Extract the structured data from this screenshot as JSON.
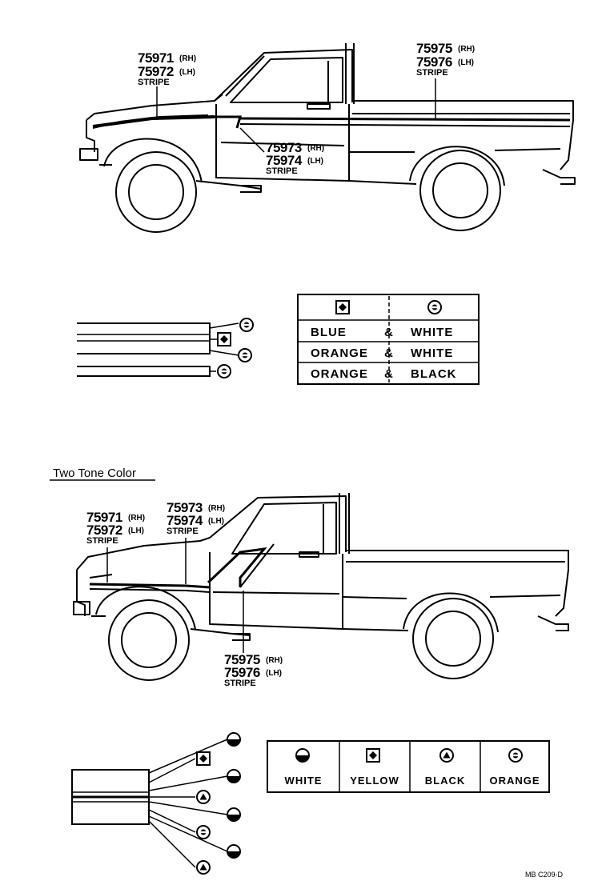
{
  "truck1": {
    "callout_a": {
      "part1": "75971",
      "side1": "(RH)",
      "part2": "75972",
      "side2": "(LH)",
      "desc": "STRIPE"
    },
    "callout_b": {
      "part1": "75975",
      "side1": "(RH)",
      "part2": "75976",
      "side2": "(LH)",
      "desc": "STRIPE"
    },
    "callout_c": {
      "part1": "75973",
      "side1": "(RH)",
      "part2": "75974",
      "side2": "(LH)",
      "desc": "STRIPE"
    }
  },
  "table1": {
    "header_icons": [
      "diamond-square-icon",
      "circle-dot-icon"
    ],
    "rows": [
      {
        "c1": "BLUE",
        "amp": "&",
        "c2": "WHITE"
      },
      {
        "c1": "ORANGE",
        "amp": "&",
        "c2": "WHITE"
      },
      {
        "c1": "ORANGE",
        "amp": "&",
        "c2": "BLACK"
      }
    ]
  },
  "section2_title": "Two Tone Color",
  "truck2": {
    "callout_a": {
      "part1": "75971",
      "side1": "(RH)",
      "part2": "75972",
      "side2": "(LH)",
      "desc": "STRIPE"
    },
    "callout_b": {
      "part1": "75973",
      "side1": "(RH)",
      "part2": "75974",
      "side2": "(LH)",
      "desc": "STRIPE"
    },
    "callout_c": {
      "part1": "75975",
      "side1": "(RH)",
      "part2": "75976",
      "side2": "(LH)",
      "desc": "STRIPE"
    }
  },
  "table2": {
    "columns": [
      {
        "icon": "half-circle-icon",
        "label": "WHITE"
      },
      {
        "icon": "diamond-square-icon",
        "label": "YELLOW"
      },
      {
        "icon": "triangle-circle-icon",
        "label": "BLACK"
      },
      {
        "icon": "circle-dot-icon",
        "label": "ORANGE"
      }
    ]
  },
  "footer_code": "MB  C209-D"
}
